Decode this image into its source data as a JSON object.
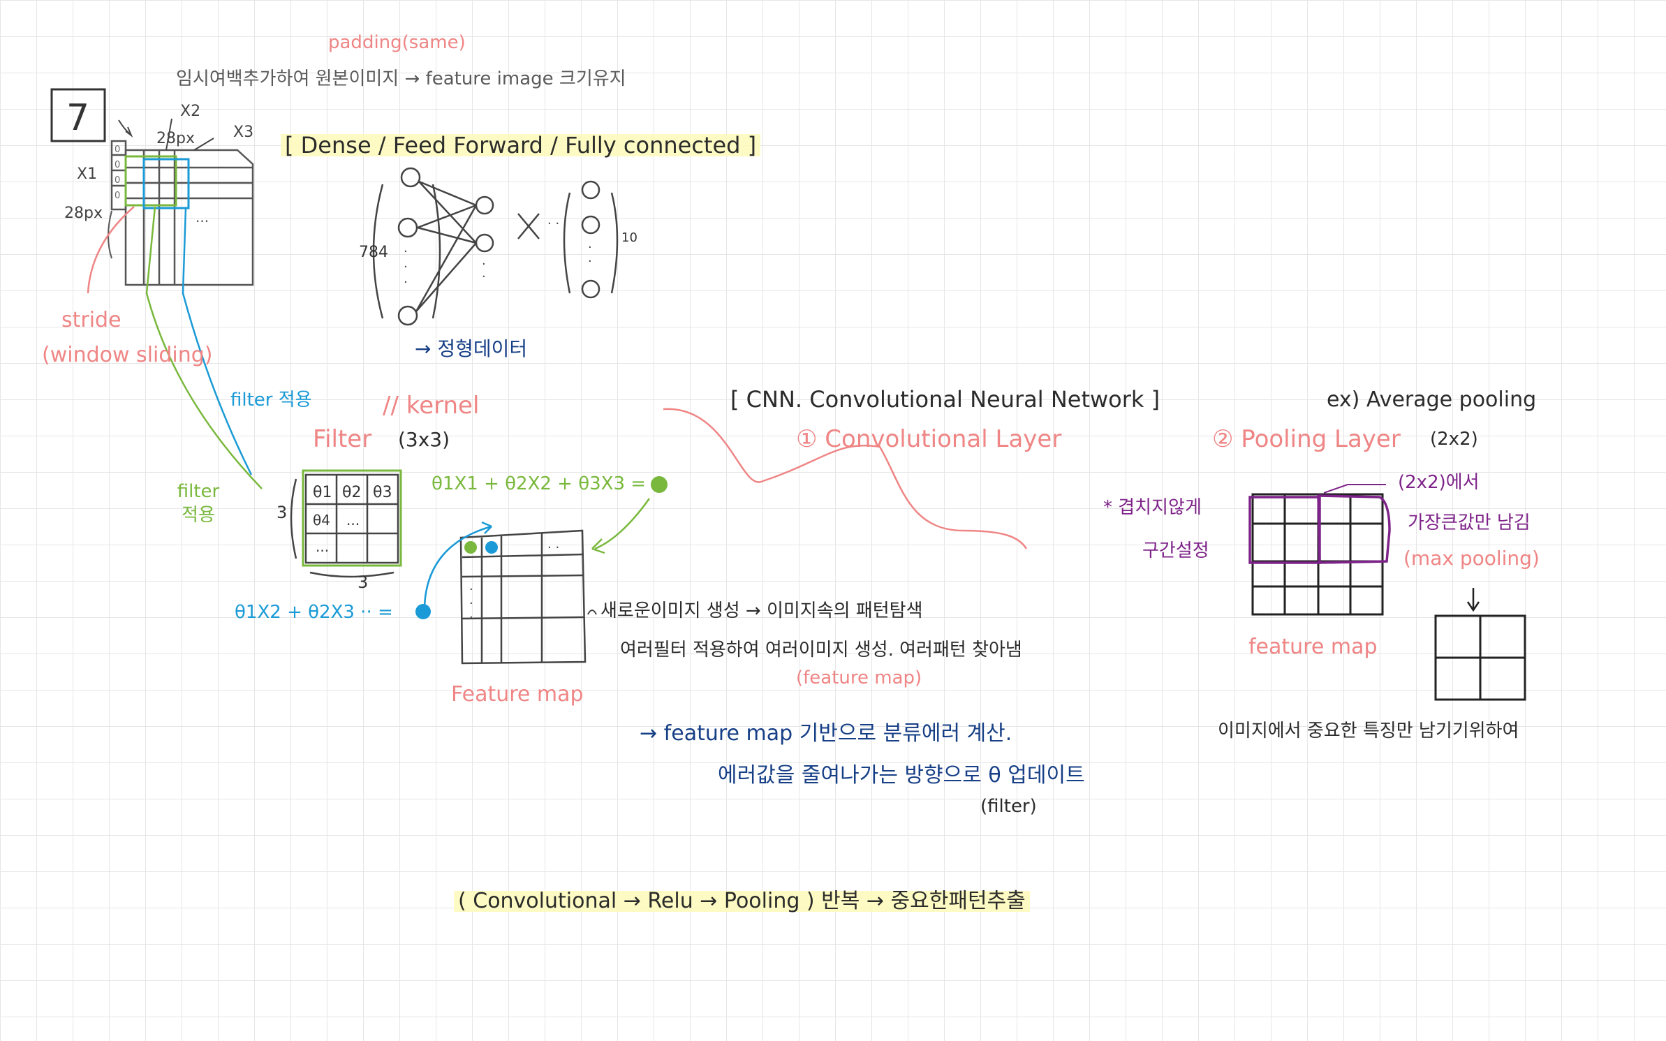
{
  "colors": {
    "pink": "#ef8585",
    "navy": "#163f86",
    "blue": "#1a9ad6",
    "green": "#79b83c",
    "purple": "#7e2389",
    "ink": "#2b2b2b",
    "highlight": "#fdfab9"
  },
  "padding": {
    "title": "padding(same)",
    "desc": "임시여백추가하여 원본이미지 → feature image 크기유지"
  },
  "input_image": {
    "digit": "7",
    "x1": "X1",
    "x2": "X2",
    "x3": "X3",
    "width_px": "28px",
    "height_px": "28px",
    "cell_value": "0",
    "dots": "..."
  },
  "stride": {
    "line1": "stride",
    "line2": "(window sliding)"
  },
  "dense": {
    "title": "[ Dense / Feed Forward / Fully connected ]",
    "input_count": "784",
    "output_count": "10",
    "node": "O",
    "multiply": "×",
    "structured_note": "→ 정형데이터"
  },
  "cnn": {
    "title": "[ CNN. Convolutional Neural Network ]"
  },
  "conv_layer": {
    "label": "① Convolutional Layer"
  },
  "filter": {
    "kernel": "// kernel",
    "title": "Filter",
    "size": "(3x3)",
    "dim": "3",
    "apply_blue": "filter 적용",
    "apply_green": "filter 적용",
    "cells": [
      "θ1",
      "θ2",
      "θ3",
      "θ4",
      "..."
    ]
  },
  "equations": {
    "green": "θ1X1 + θ2X2 + θ3X3 = ",
    "blue": "θ1X2 + θ2X3 ·· = "
  },
  "feature_map": {
    "label": "Feature map"
  },
  "conv_notes": {
    "line1": "새로운이미지 생성 → 이미지속의 패턴탐색",
    "line2": "여러필터 적용하여 여러이미지 생성. 여러패턴 찾아냄",
    "line2_sub": "(feature map)"
  },
  "training_notes": {
    "line1": "→ feature map 기반으로 분류에러 계산.",
    "line2": "에러값을 줄여나가는 방향으로 θ 업데이트",
    "line2_sub": "(filter)"
  },
  "pooling": {
    "example": "ex) Average pooling",
    "label": "② Pooling Layer",
    "size": "(2x2)",
    "no_overlap": "* 겹치지않게",
    "section": "구간설정",
    "window_note": "(2x2)에서",
    "max_note": "가장큰값만 남김",
    "max_paren": "(max pooling)",
    "feature_map": "feature map",
    "summary": "이미지에서 중요한 특징만 남기기위하여"
  },
  "bottom": {
    "formula": "( Convolutional → Relu → Pooling ) 반복 → 중요한패턴추출"
  }
}
